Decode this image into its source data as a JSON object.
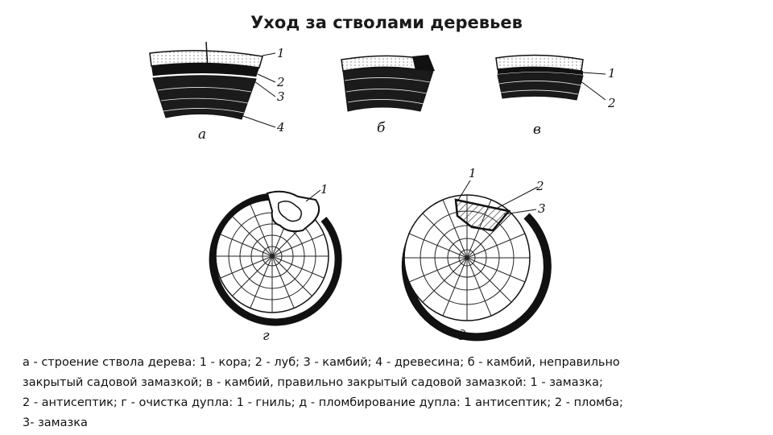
{
  "title": "Уход за стволами деревьев",
  "figures": {
    "a": {
      "caption": "а",
      "labels": [
        "1",
        "2",
        "3",
        "4"
      ]
    },
    "b": {
      "caption": "б"
    },
    "v": {
      "caption": "в",
      "labels": [
        "1",
        "2"
      ]
    },
    "g": {
      "caption": "г",
      "labels": [
        "1"
      ]
    },
    "d": {
      "caption": "д",
      "labels": [
        "1",
        "2",
        "3"
      ]
    }
  },
  "caption_lines": [
    "а - строение ствола дерева: 1 - кора; 2 - луб; 3 - камбий; 4 - древесина; б - камбий, неправильно",
    "закрытый садовой замазкой; в - камбий, правильно закрытый садовой замазкой: 1 - замазка;",
    "2 - антисептик; г - очистка дупла: 1 - гниль; д - пломбирование дупла: 1 антисептик; 2 - пломба;",
    "3- замазка"
  ]
}
